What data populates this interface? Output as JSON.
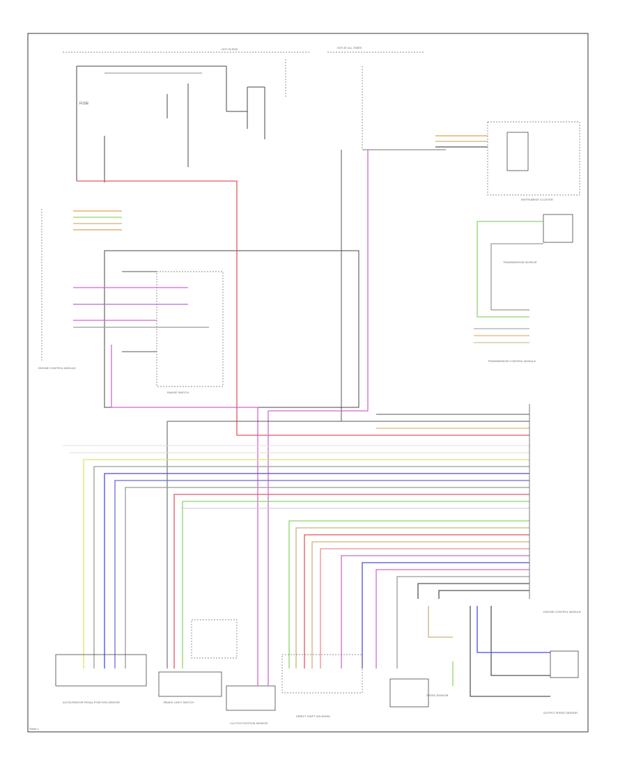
{
  "page_label": "Sheet 1",
  "colors": {
    "red": "#e0575f",
    "pink": "#f08c8c",
    "magenta": "#d266d2",
    "violet": "#b06ad8",
    "green": "#8fd46a",
    "yellow": "#d9e86a",
    "blue": "#4a4ae0",
    "gray": "#9a9a9a",
    "dark": "#555555",
    "tan": "#c9b37a",
    "orange": "#e0a04a"
  },
  "components": {
    "top_left_fuse": "FUSE",
    "top_mid_header": "HOT IN RUN",
    "top_right_header": "HOT AT ALL TIMES",
    "instrument_cluster": "INSTRUMENT CLUSTER",
    "transmission_sensor": "TRANSMISSION SENSOR",
    "transmission_module": "TRANSMISSION CONTROL MODULE",
    "left_module": "ENGINE CONTROL MODULE",
    "range_switch": "RANGE SWITCH",
    "accelerator_sensor": "ACCELERATOR PEDAL POSITION SENSOR",
    "brake_switch": "BRAKE LIGHT SWITCH",
    "clutch_sensor": "CLUTCH POSITION SENSOR",
    "direct_shift": "DIRECT SHIFT SOLENOID",
    "speed_sensor": "SPEED SENSOR",
    "engine_module": "ENGINE CONTROL MODULE",
    "output_speed_sensor": "OUTPUT SPEED SENSOR"
  }
}
